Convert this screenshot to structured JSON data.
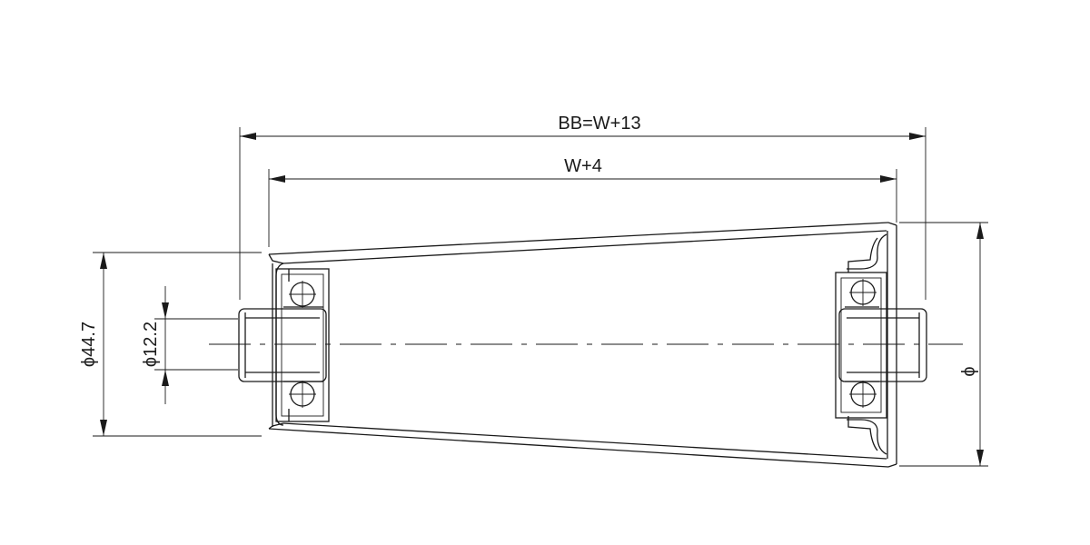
{
  "dimensions": {
    "overall_length": "BB=W+13",
    "tube_length": "W+4",
    "flange_diameter": "ϕ44.7",
    "shaft_diameter": "ϕ12.2",
    "roller_diameter": "ϕ"
  },
  "colors": {
    "line": "#1a1a1a",
    "background": "#ffffff"
  }
}
